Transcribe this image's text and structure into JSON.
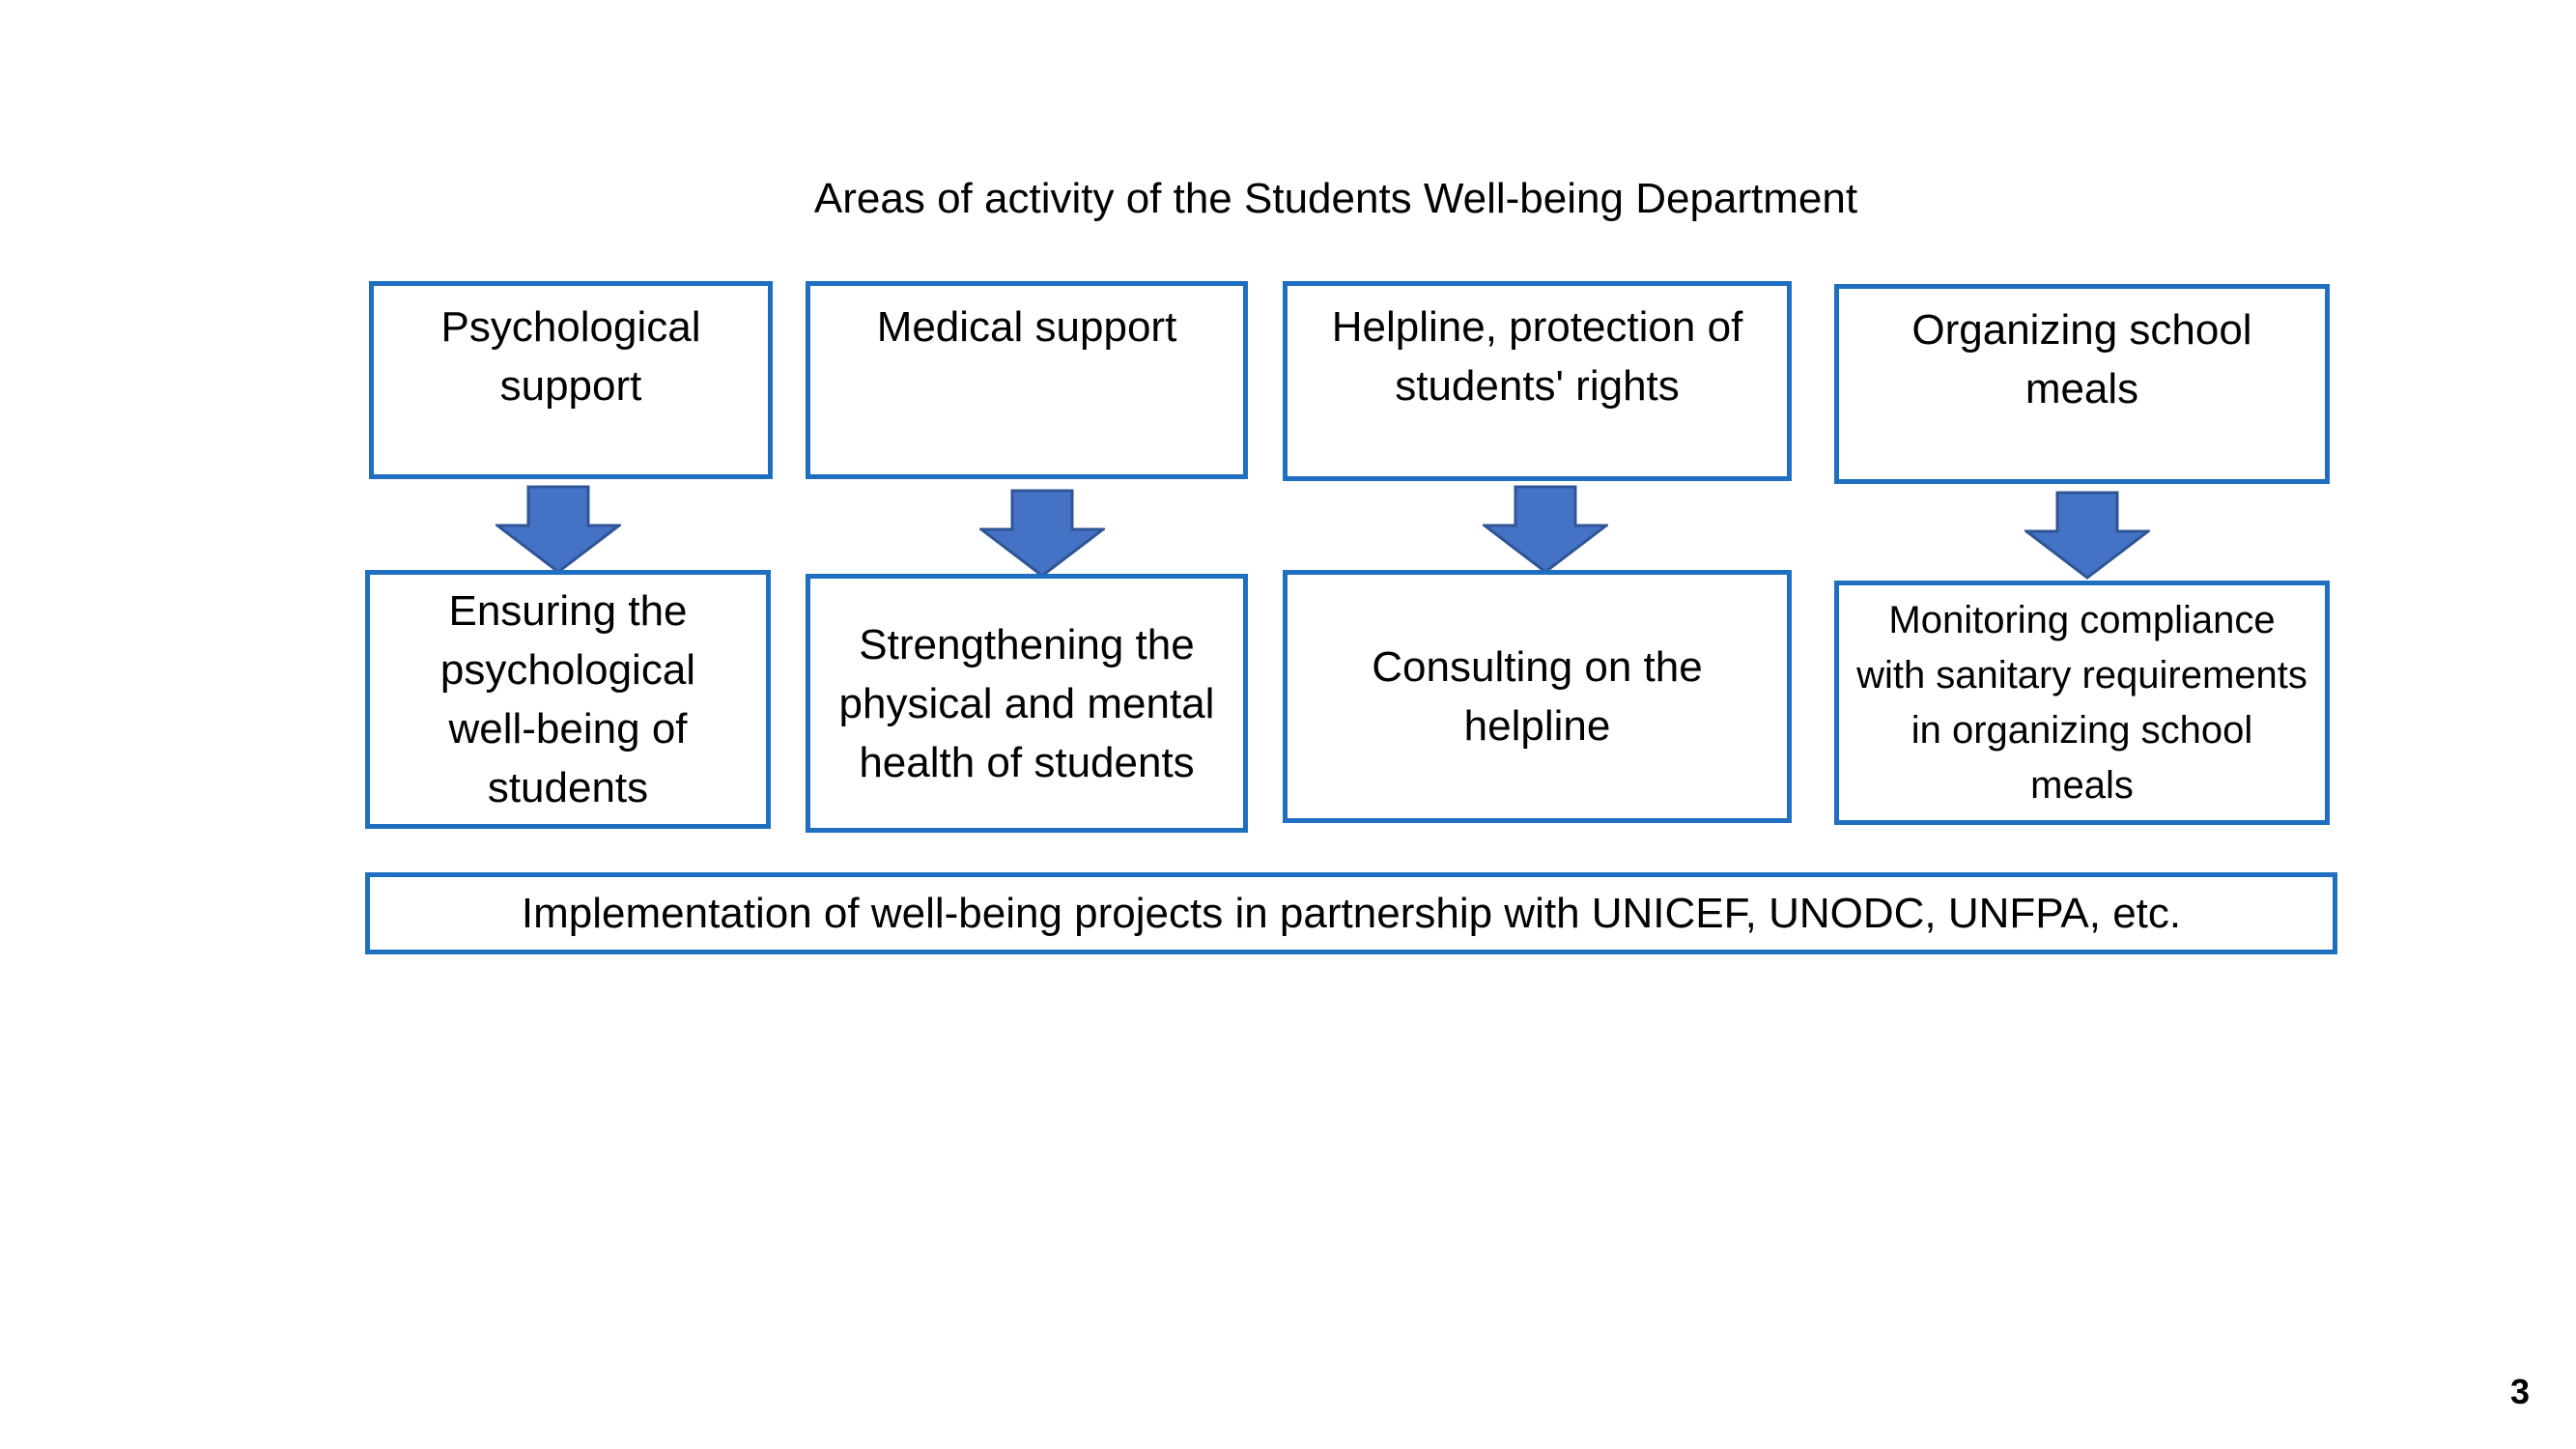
{
  "title": "Areas of activity of the Students Well-being Department",
  "columns": [
    {
      "area": "Psychological support",
      "goal": "Ensuring the psychological well-being of students"
    },
    {
      "area": "Medical support",
      "goal": "Strengthening the physical and mental health of students"
    },
    {
      "area": "Helpline, protection of students' rights",
      "goal": "Consulting on the helpline"
    },
    {
      "area": "Organizing school meals",
      "goal": "Monitoring compliance with sanitary requirements in organizing school meals"
    }
  ],
  "footer_box": "Implementation of well-being projects in partnership with UNICEF, UNODC, UNFPA, etc.",
  "page_number": "3",
  "colors": {
    "box_border": "#1f6fc1",
    "arrow_fill": "#4472c4",
    "arrow_stroke": "#2f5597"
  },
  "icons": {
    "arrow": "down-arrow-icon"
  }
}
